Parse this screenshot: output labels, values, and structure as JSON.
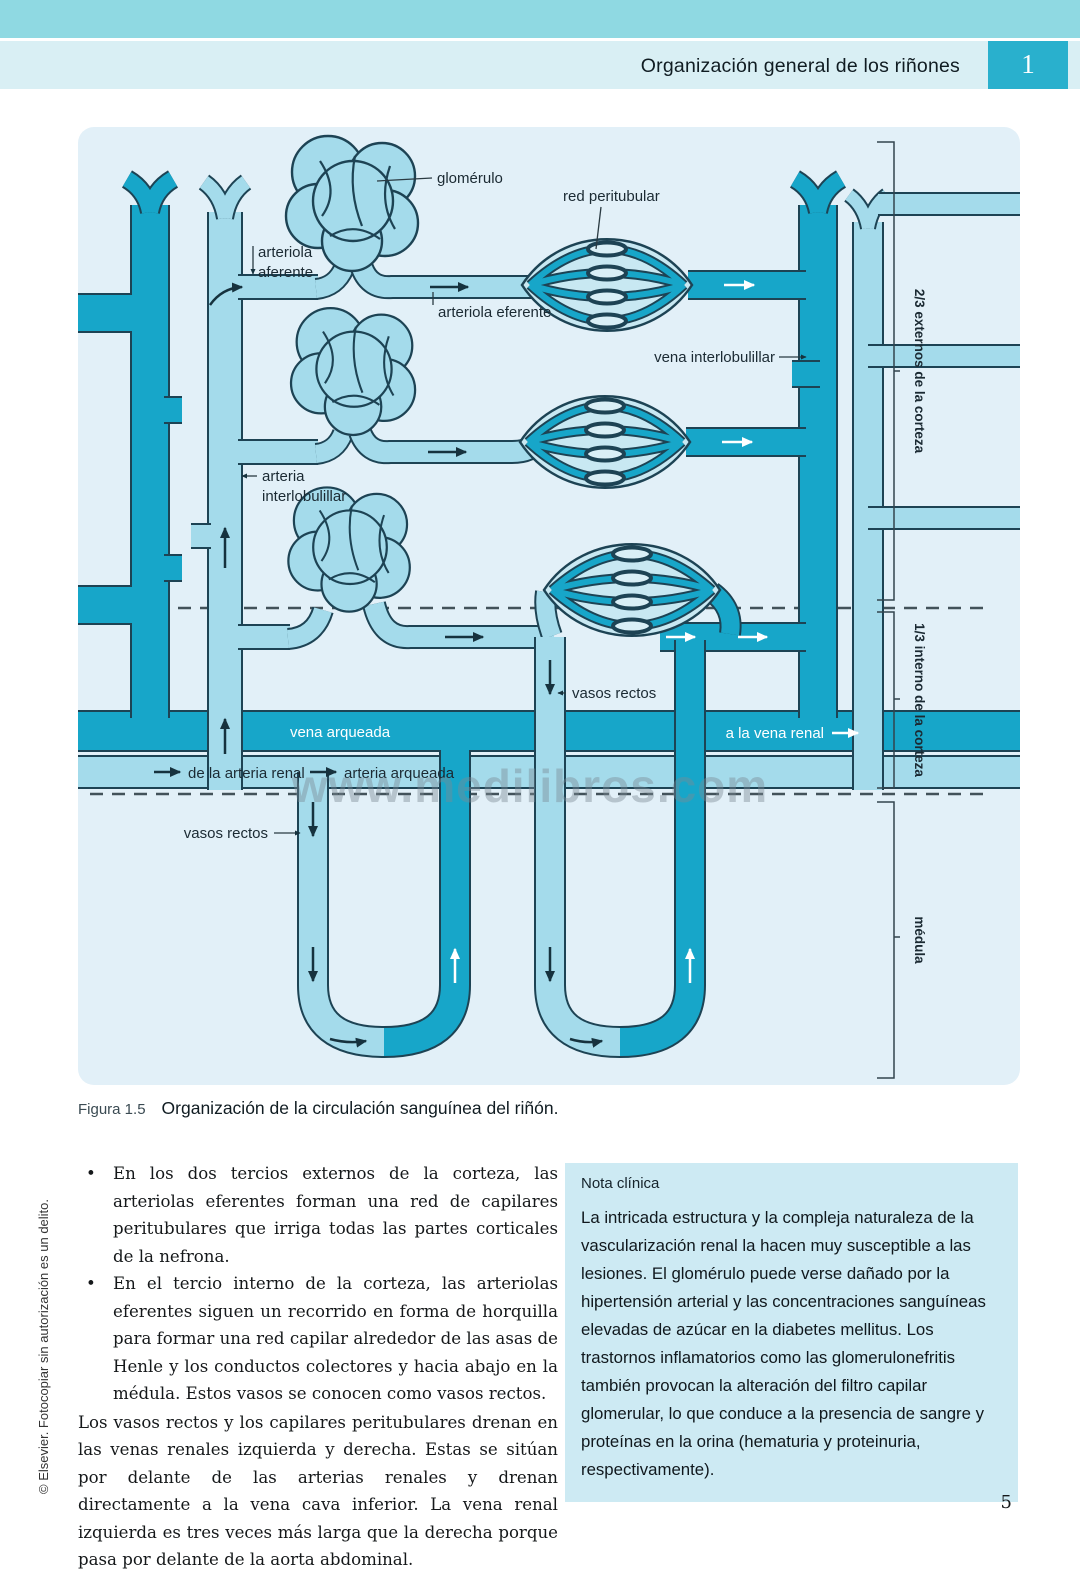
{
  "header": {
    "title": "Organización general de los riñones",
    "chapter_number": "1"
  },
  "figure": {
    "caption_label": "Figura 1.5",
    "caption": "Organización de la circulación sanguínea del riñón.",
    "watermark": "www.medilibros.com",
    "labels": {
      "glomerulo": "glomérulo",
      "red_peritubular": "red peritubular",
      "arteriola_aferente": [
        "arteriola",
        "aferente"
      ],
      "arteriola_eferente": "arteriola eferente",
      "vena_interlobulillar": "vena interlobulillar",
      "arteria_interlobulillar": [
        "arteria",
        "interlobulillar"
      ],
      "vasos_rectos_upper": "vasos rectos",
      "vasos_rectos_lower": "vasos rectos",
      "vena_arqueada": "vena arqueada",
      "a_la_vena_renal": "a la vena renal",
      "de_la_arteria_renal": "de la arteria renal",
      "arteria_arqueada": "arteria arqueada",
      "outer_cortex": "2/3 externos de la corteza",
      "inner_cortex": "1/3 interno de la corteza",
      "medula": "médula"
    }
  },
  "body": {
    "bullet_glyph": "•",
    "bullets": [
      "En los dos tercios externos de la corteza, las arteriolas eferentes forman una red de capilares peritubulares que irriga todas las partes corticales de la nefrona.",
      "En el tercio interno de la corteza, las arteriolas eferentes siguen un recorrido en forma de horquilla para formar una red capilar alrededor de las asas de Henle y los conductos colectores y hacia abajo en la médula. Estos vasos se conocen como vasos rectos."
    ],
    "paragraph": "Los vasos rectos y los capilares peritubulares drenan en las venas renales izquierda y derecha. Estas se sitúan por delante de las arterias renales y drenan directamente a la vena cava inferior. La vena renal izquierda es tres veces más larga que la derecha porque pasa por delante de la aorta abdominal."
  },
  "clinical_note": {
    "title": "Nota clínica",
    "text": "La intricada estructura y la compleja naturaleza de la vascularización renal la hacen muy susceptible a las lesiones. El glomérulo puede verse dañado por la hipertensión arterial y las concentraciones sanguíneas elevadas de azúcar en la diabetes mellitus. Los trastornos inflamatorios como las glomerulonefritis también provocan la alteración del filtro capilar glomerular, lo que conduce a la presencia de sangre y proteínas en la orina (hematuria y proteinuria, respectivamente)."
  },
  "sidebar": {
    "copyright": "© Elsevier. Fotocopiar sin autorización es un delito."
  },
  "page_number": "5",
  "colors": {
    "band_teal": "#8fd9e2",
    "band_light": "#d9eff4",
    "accent_teal": "#29b0cd",
    "figure_bg": "#e2f0f8",
    "vessel_dark": "#17a6c9",
    "vessel_light": "#a4dbeb",
    "outline": "#1d4354",
    "note_bg": "#cdeaf3"
  }
}
